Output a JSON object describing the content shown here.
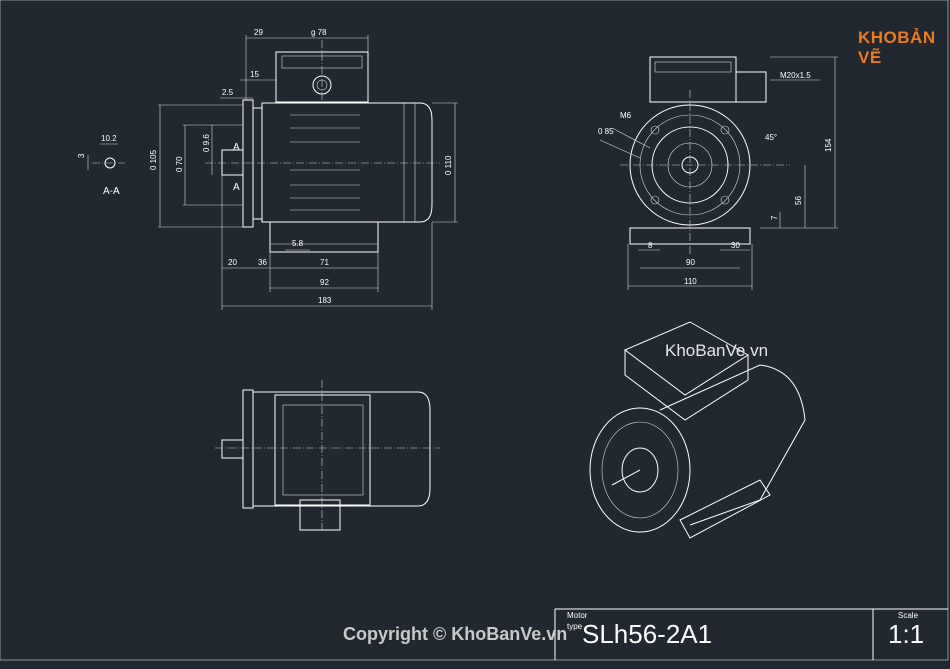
{
  "brand": {
    "logo_text_1": "KHO",
    "logo_text_2": "BẢN VẼ",
    "watermark": "KhoBanVe.vn",
    "copyright": "Copyright © KhoBanVe.vn"
  },
  "title_block": {
    "motor_label": "Motor",
    "type_label": "type",
    "type_value": "SLh56-2A1",
    "scale_label": "Scale",
    "scale_value": "1:1"
  },
  "side_view": {
    "dims": {
      "d29": "29",
      "d78": "g 78",
      "d15": "15",
      "d25": "2.5",
      "d102": "10.2",
      "d3": "3",
      "d105": "0 105",
      "d70": "0 70",
      "d96": "0 9.6",
      "d110": "0 110",
      "d58": "5.8",
      "d20": "20",
      "d36": "36",
      "d71": "71",
      "d92": "92",
      "d183": "183"
    },
    "section_a": "A",
    "section_aa": "A-A"
  },
  "front_view": {
    "dims": {
      "m6": "M6",
      "d85": "0 85",
      "d45": "45°",
      "m20": "M20x1.5",
      "d154": "154",
      "d56": "56",
      "d7": "7",
      "d8": "8",
      "d30": "30",
      "d90": "90",
      "d110": "110"
    }
  },
  "colors": {
    "background": "#212830",
    "lines": "#ffffff",
    "logo_orange": "#f07a1c"
  }
}
